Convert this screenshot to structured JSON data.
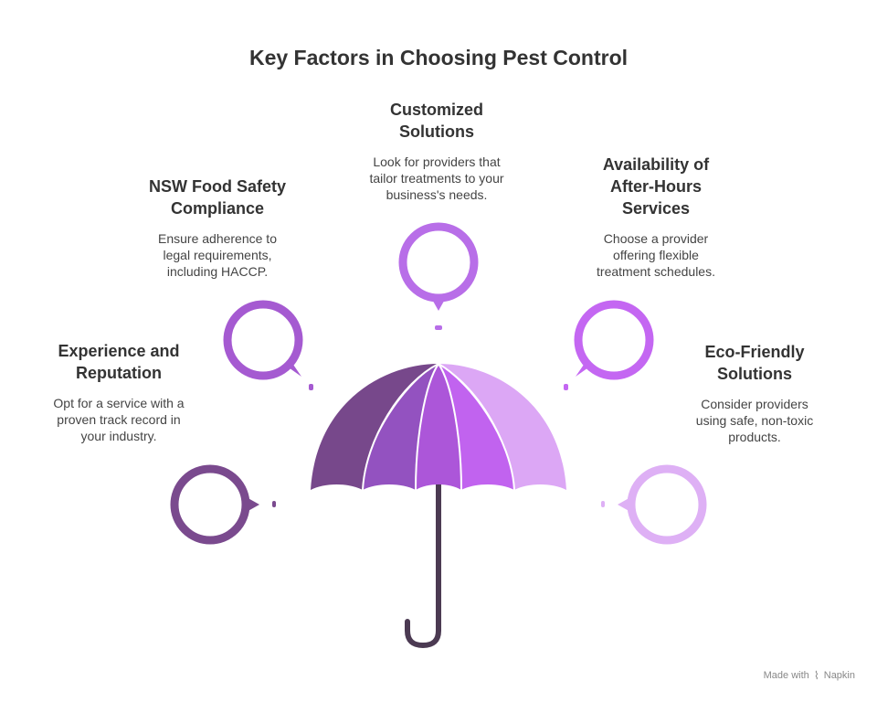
{
  "title": "Key Factors in Choosing Pest Control",
  "factors": [
    {
      "title_lines": [
        "Experience and",
        "Reputation"
      ],
      "desc_lines": [
        "Opt for a service with a",
        "proven track record in",
        "your industry."
      ],
      "color": "#7a4a8e"
    },
    {
      "title_lines": [
        "NSW Food Safety",
        "Compliance"
      ],
      "desc_lines": [
        "Ensure adherence to",
        "legal requirements,",
        "including HACCP."
      ],
      "color": "#a55ad1"
    },
    {
      "title_lines": [
        "Customized",
        "Solutions"
      ],
      "desc_lines": [
        "Look for providers that",
        "tailor treatments to your",
        "business's needs."
      ],
      "color": "#b86ee8"
    },
    {
      "title_lines": [
        "Availability of",
        "After-Hours",
        "Services"
      ],
      "desc_lines": [
        "Choose a provider",
        "offering flexible",
        "treatment schedules."
      ],
      "color": "#c467f2"
    },
    {
      "title_lines": [
        "Eco-Friendly",
        "Solutions"
      ],
      "desc_lines": [
        "Consider providers",
        "using safe, non-toxic",
        "products."
      ],
      "color": "#deb0f5"
    }
  ],
  "umbrella": {
    "panel_colors": [
      "#77488b",
      "#9352c0",
      "#ac56d9",
      "#c163ef",
      "#dca7f5"
    ],
    "handle_color": "#4b3a52"
  },
  "footer": {
    "made_with": "Made with",
    "brand": "Napkin"
  }
}
